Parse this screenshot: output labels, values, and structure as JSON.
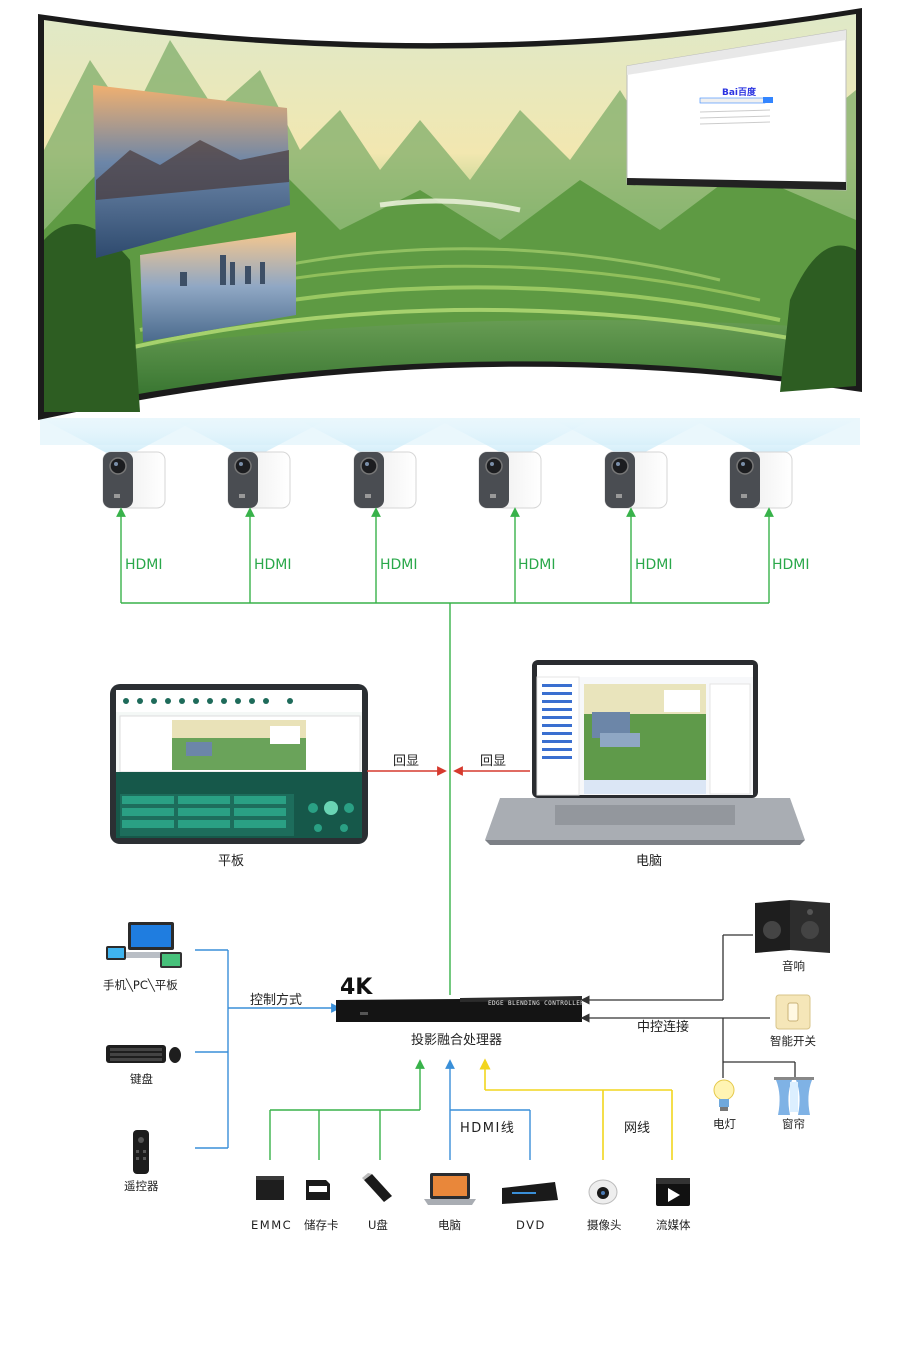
{
  "projection": {
    "browser_logo": "Bai百度",
    "cable_label": "HDMI",
    "projector_count": 6
  },
  "feedback": {
    "left_label": "回显",
    "right_label": "回显"
  },
  "tablet": {
    "label": "平板"
  },
  "laptop": {
    "label": "电脑"
  },
  "processor": {
    "badge": "4K",
    "device_text": "EDGE BLENDING CONTROLLER",
    "label": "投影融合处理器"
  },
  "control": {
    "method_label": "控制方式",
    "devices_label": "手机╲PC╲平板",
    "keyboard_label": "键盘",
    "remote_label": "遥控器"
  },
  "central": {
    "link_label": "中控连接",
    "speaker_label": "音响",
    "switch_label": "智能开关",
    "light_label": "电灯",
    "curtain_label": "窗帘"
  },
  "inputs": {
    "hdmi_line_label": "HDMI线",
    "network_label": "网线",
    "items": [
      "EMMC",
      "储存卡",
      "U盘",
      "电脑",
      "DVD",
      "摄像头",
      "流媒体"
    ]
  },
  "colors": {
    "green_line": "#38b24a",
    "blue_line": "#3a8fd8",
    "yellow_line": "#f2d51e",
    "red_arrow": "#d63a2e",
    "dark_line": "#333333"
  }
}
